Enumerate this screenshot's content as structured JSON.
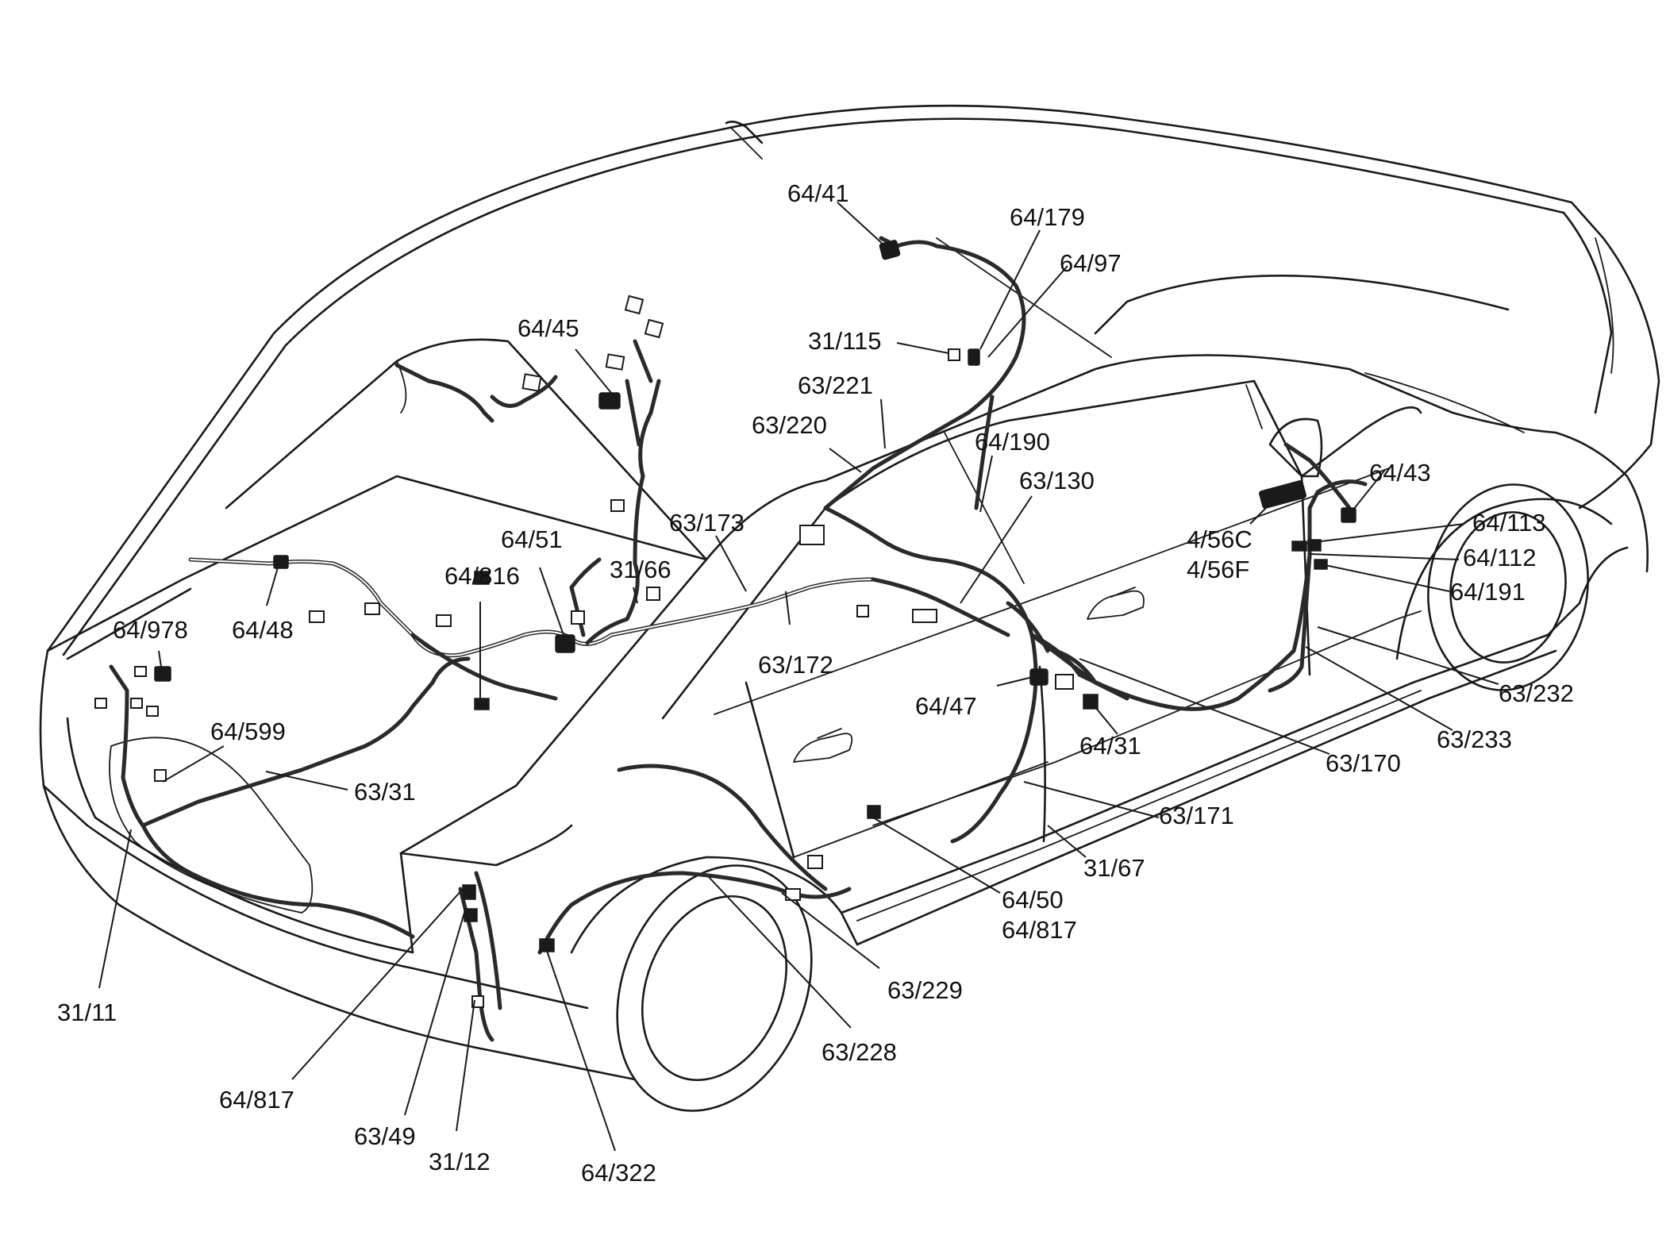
{
  "labels": {
    "c64_41": "64/41",
    "c64_179": "64/179",
    "c64_97": "64/97",
    "c31_115": "31/115",
    "c64_45": "64/45",
    "c63_221": "63/221",
    "c63_220": "63/220",
    "c64_190": "64/190",
    "c63_130": "63/130",
    "c64_43": "64/43",
    "c4_56C": "4/56C",
    "c4_56F": "4/56F",
    "c64_113": "64/113",
    "c64_112": "64/112",
    "c64_191": "64/191",
    "c63_173": "63/173",
    "c64_51": "64/51",
    "c31_66": "31/66",
    "c64_816": "64/816",
    "c64_978": "64/978",
    "c64_48": "64/48",
    "c63_172": "63/172",
    "c64_47": "64/47",
    "c64_31": "64/31",
    "c63_232": "63/232",
    "c63_233": "63/233",
    "c63_170": "63/170",
    "c64_599": "64/599",
    "c63_31": "63/31",
    "c63_171": "63/171",
    "c31_67": "31/67",
    "c64_50": "64/50",
    "c64_817a": "64/817",
    "c63_229": "63/229",
    "c63_228": "63/228",
    "c31_11": "31/11",
    "c64_817b": "64/817",
    "c63_49": "63/49",
    "c31_12": "31/12",
    "c64_322": "64/322"
  }
}
